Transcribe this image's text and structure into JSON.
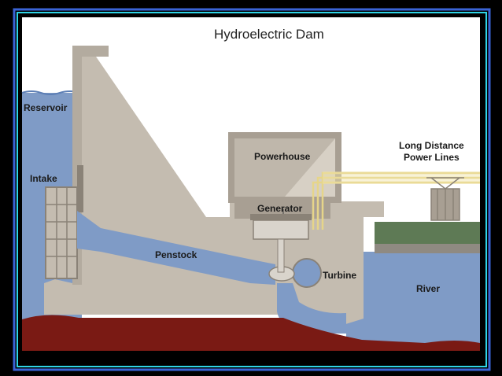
{
  "diagram": {
    "title": "Hydroelectric Dam",
    "labels": {
      "reservoir": "Reservoir",
      "intake": "Intake",
      "powerhouse": "Powerhouse",
      "generator": "Generator",
      "penstock": "Penstock",
      "turbine": "Turbine",
      "river": "River",
      "power_lines_line1": "Long Distance",
      "power_lines_line2": "Power Lines"
    }
  },
  "colors": {
    "frame_blue": "#3a63d6",
    "frame_cyan": "#2fd4e6",
    "sky": "#ffffff",
    "water": "#7f9bc6",
    "concrete": "#c4bcb0",
    "concrete_dark": "#a89f93",
    "ground": "#7a1a14",
    "grass": "#5e7a55",
    "power_line": "#e6d58a"
  }
}
